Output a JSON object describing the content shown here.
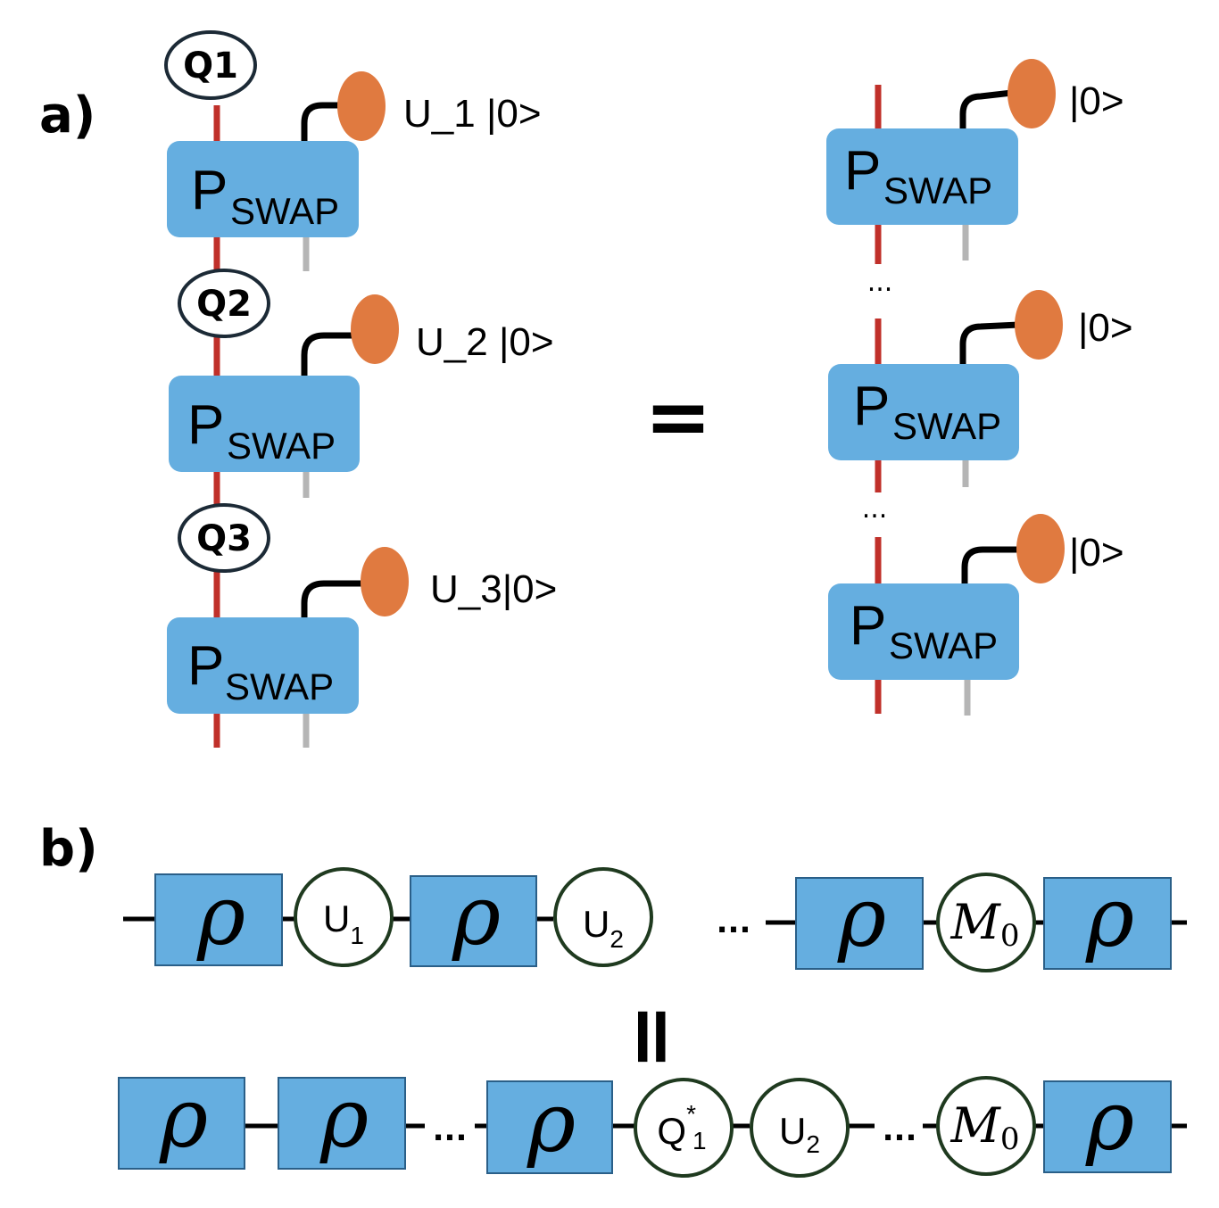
{
  "panels": {
    "a": "a)",
    "b": "b)"
  },
  "colors": {
    "tensor_blue": "#65aee0",
    "blob_orange": "#e07a40",
    "wire_red": "#c0302a",
    "wire_gray": "#b5b5b5",
    "circle_green": "#1f3a1f"
  },
  "pswap": {
    "main": "P",
    "sub": "SWAP"
  },
  "left_chain": [
    {
      "q": "Q1",
      "ket": "U_1 |0>"
    },
    {
      "q": "Q2",
      "ket": "U_2 |0>"
    },
    {
      "q": "Q3",
      "ket": "U_3|0>"
    }
  ],
  "right_chain": [
    {
      "ket": "|0>"
    },
    {
      "ket": "|0>"
    },
    {
      "ket": "|0>"
    }
  ],
  "equals_a": "=",
  "equals_b": "=",
  "ellipsis": "...",
  "rho": "ρ",
  "row1_ops": [
    {
      "main": "U",
      "sub": "1"
    },
    {
      "main": "U",
      "sub": "2"
    },
    {
      "main": "M",
      "sub": "0"
    }
  ],
  "row2_ops": [
    {
      "main": "Q",
      "sup": "*",
      "sub": "1"
    },
    {
      "main": "U",
      "sub": "2"
    },
    {
      "main": "M",
      "sub": "0"
    }
  ]
}
